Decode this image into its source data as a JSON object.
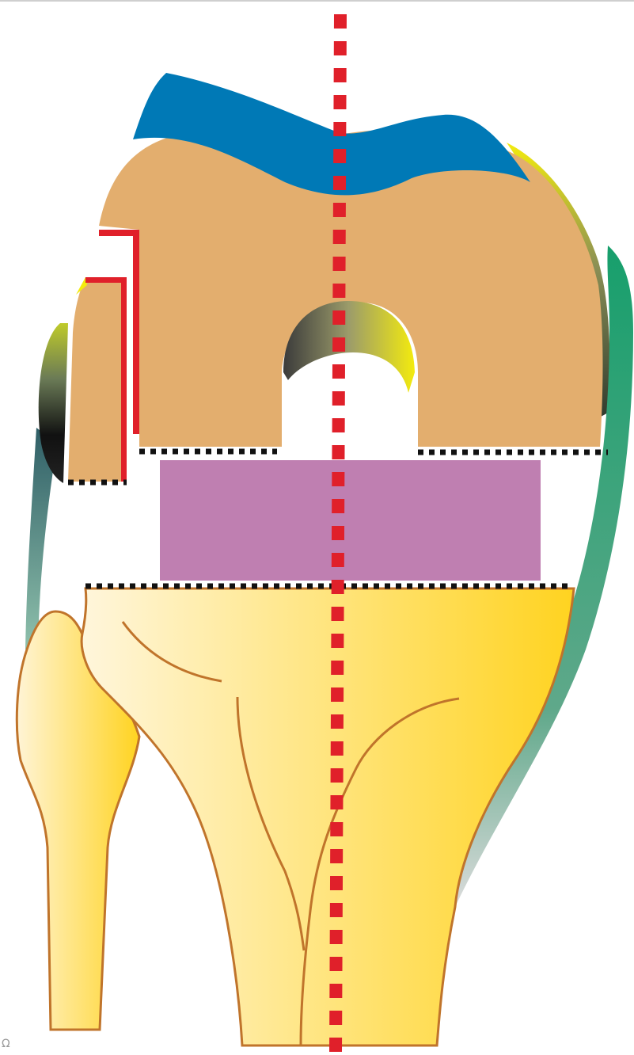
{
  "diagram": {
    "type": "knee-arthroplasty-alignment-illustration",
    "elements": [
      "femur",
      "femoral-cartilage",
      "femoral-intercondylar-notch",
      "patella",
      "quadriceps-tendon",
      "patellar-tendon",
      "tibial-spacer",
      "tibia",
      "fibula",
      "mechanical-axis-line",
      "femoral-resection-line",
      "tibial-resection-line",
      "patellar-resection-line",
      "patellar-cut-guide"
    ]
  },
  "colors": {
    "femur": "#E3AE6E",
    "cartilage": "#0079B6",
    "spacer": "#BF7FB1",
    "tibia_light": "#FFF6DC",
    "tibia_dark": "#FFD320",
    "bone_outline": "#C0742B",
    "axis_line": "#E0202A",
    "resection_line": "#111111",
    "guide": "#E0202A",
    "tendon_green": "#179F6C",
    "tendon_yellow": "#F3EB0E",
    "tendon_dark": "#333333"
  },
  "corner_mark": "Ω"
}
